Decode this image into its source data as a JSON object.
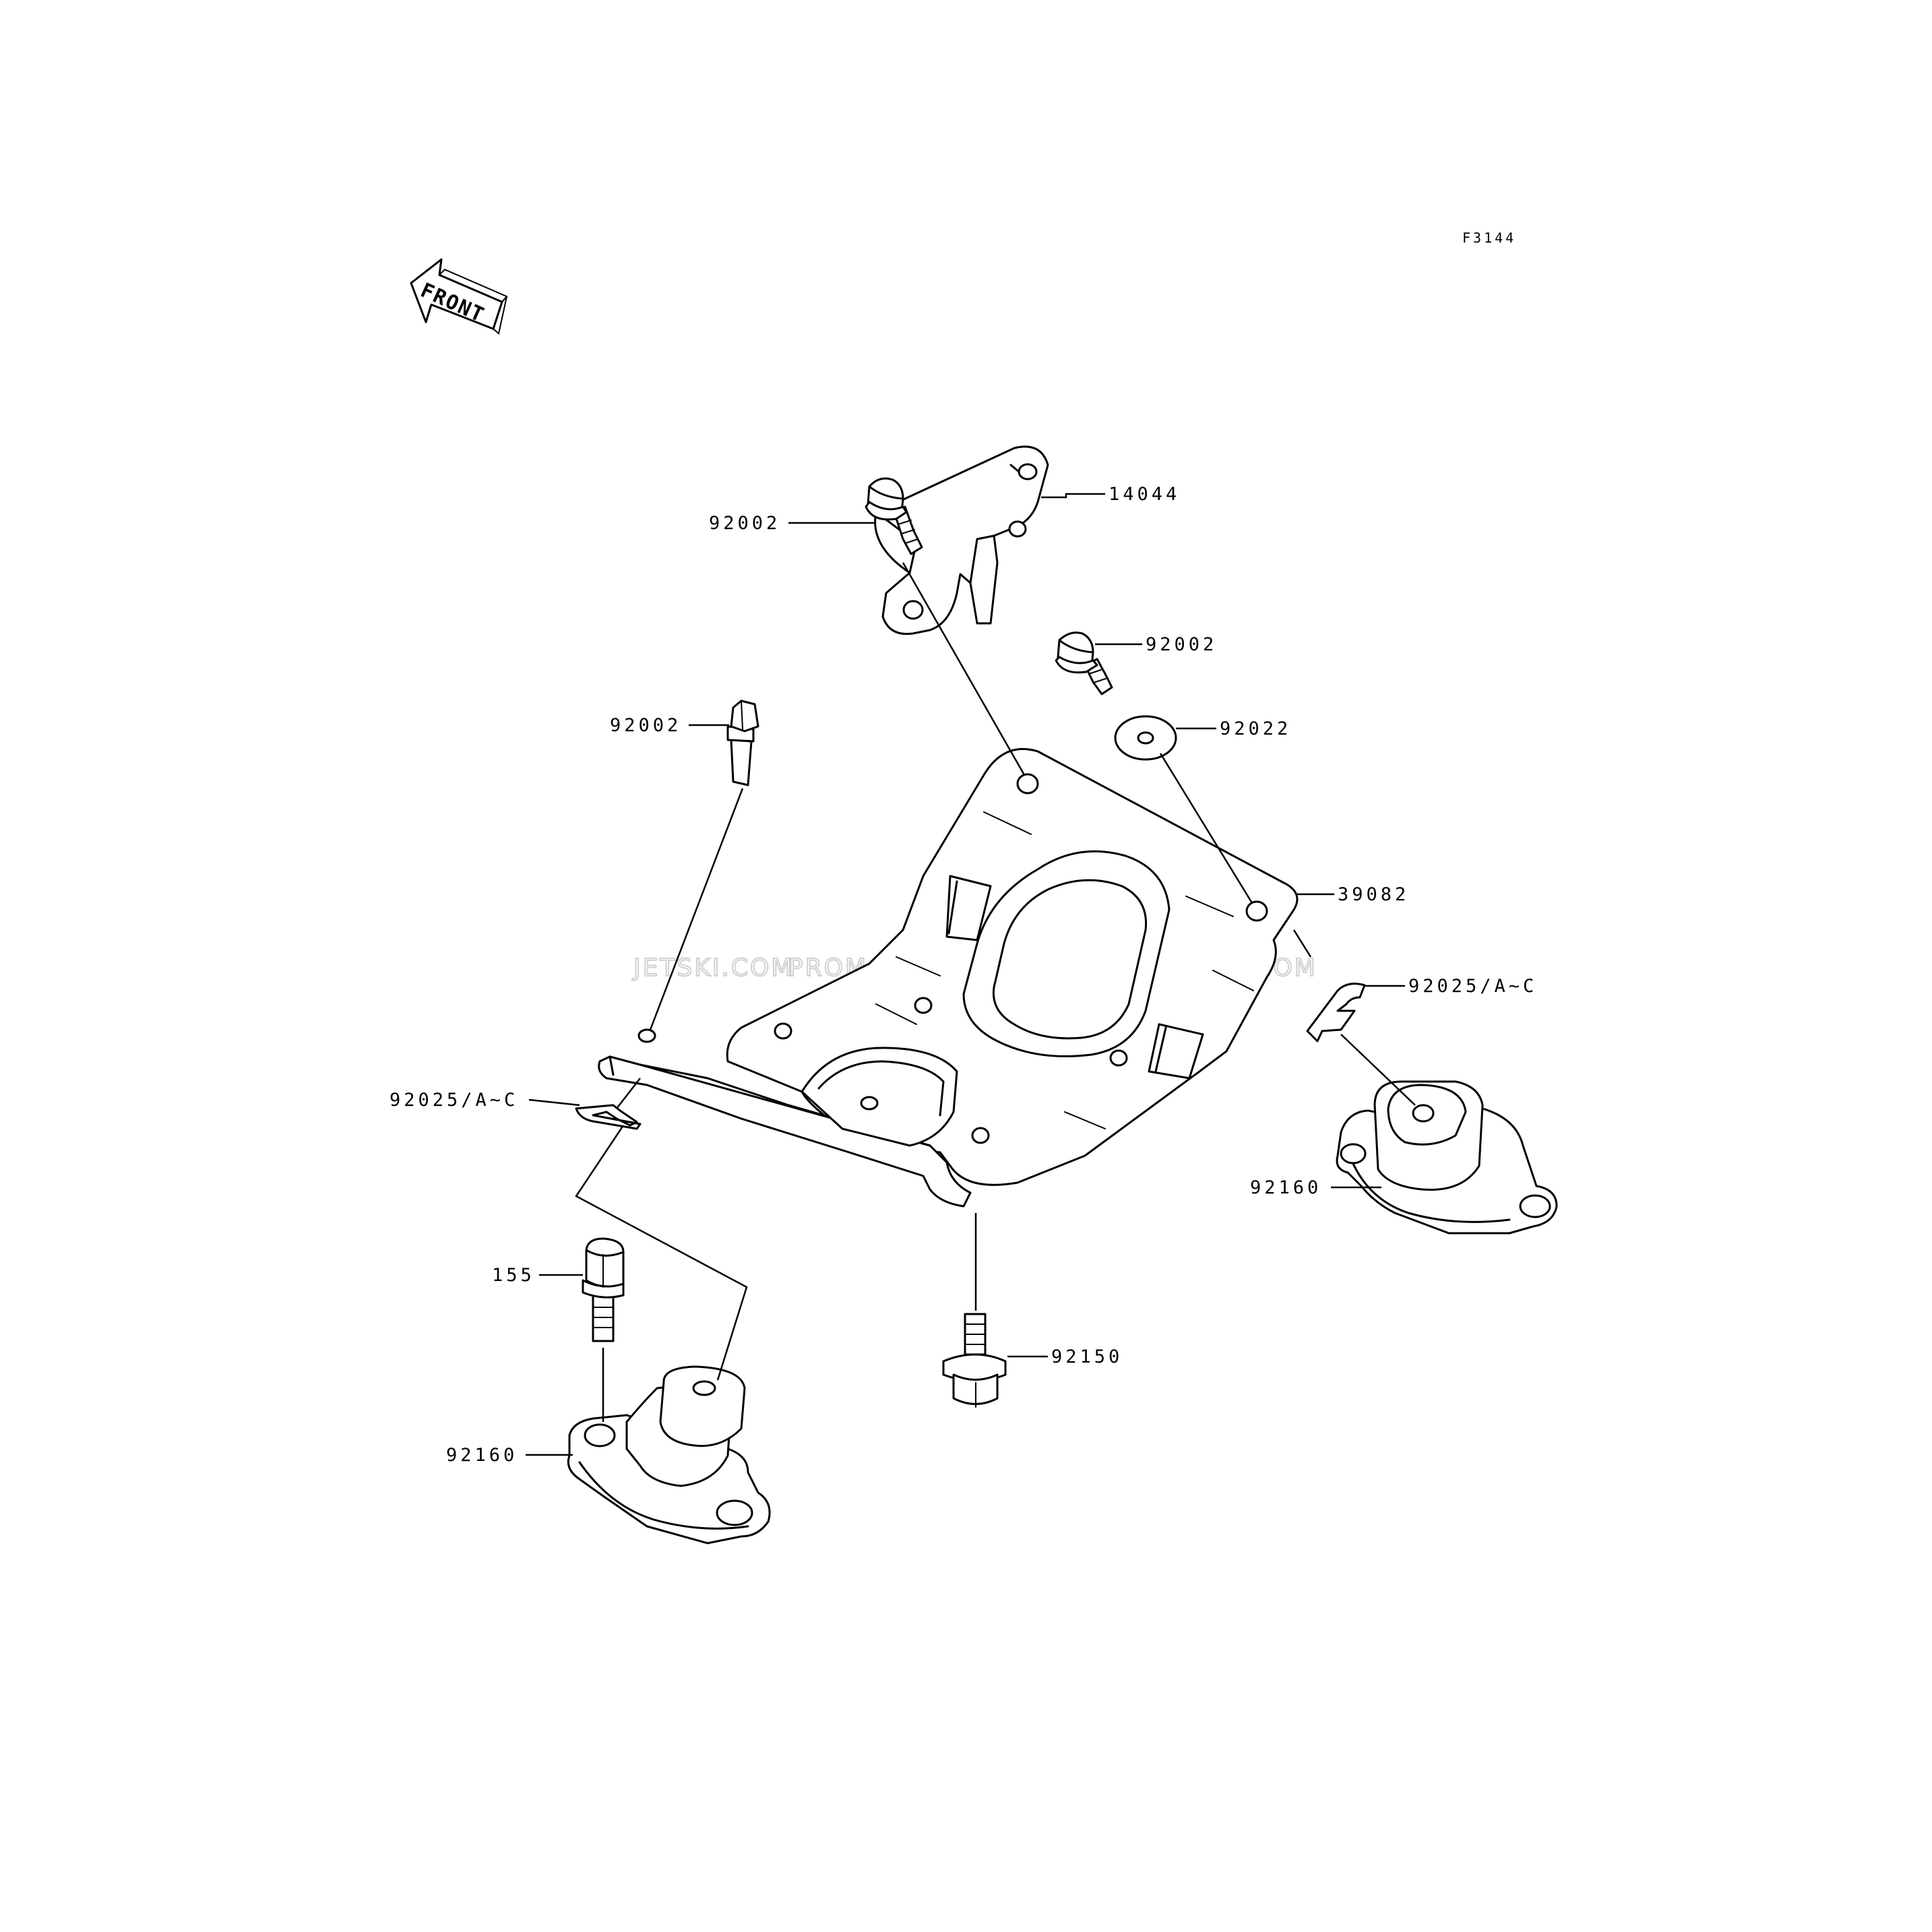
{
  "figure_code": "F3144",
  "front_indicator": {
    "label": "FRONT",
    "icon": "front-arrow-icon"
  },
  "watermark": [
    "JETSKI.COM",
    "PROMO-JETSKI.COM",
    "PROMO-JETSKI.COM"
  ],
  "callouts": {
    "bracket": "14044",
    "bolt_top_left": "92002",
    "bolt_mid_right": "92002",
    "bolt_left": "92002",
    "washer": "92022",
    "engine_bed": "39082",
    "clip_right": "92025/A~C",
    "clip_left": "92025/A~C",
    "mount_right": "92160",
    "bolt_bottom_left": "155",
    "bolt_bottom_center": "92150",
    "mount_left": "92160"
  },
  "colors": {
    "line": "#000000",
    "background": "#ffffff",
    "watermark": "#c9c9c9"
  }
}
